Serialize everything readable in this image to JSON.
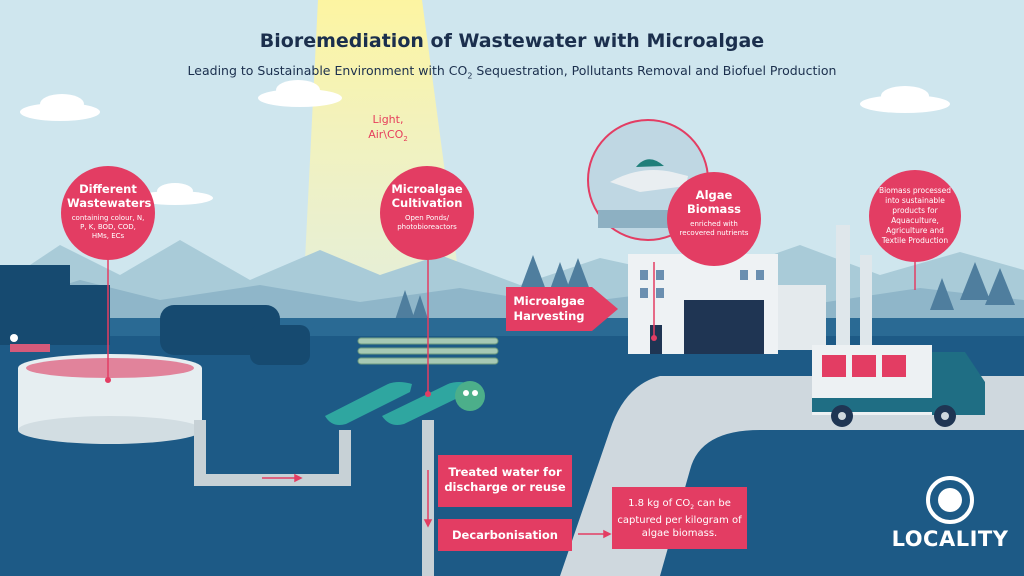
{
  "title": "Bioremediation of Wastewater with Microalgae",
  "subtitle": {
    "before": "Leading to Sustainable Environment with CO",
    "sub": "2",
    "after": " Sequestration, Pollutants Removal and Biofuel Production"
  },
  "light_label": {
    "line1": "Light,",
    "line2": "Air\\CO",
    "sub": "2"
  },
  "nodes": {
    "wastewaters": {
      "title": "Different Wastewaters",
      "desc": "containing colour, N, P, K, BOD, COD, HMs, ECs"
    },
    "cultivation": {
      "title": "Microalgae Cultivation",
      "desc": "Open Ponds/ photobioreactors"
    },
    "biomass": {
      "title": "Algae Biomass",
      "desc": "enriched with recovered nutrients"
    },
    "products": {
      "desc": "Biomass processed into sustainable products for Aquaculture, Agriculture and Textile Production"
    }
  },
  "harvesting": "Microalgae Harvesting",
  "treated_water": "Treated water for discharge or reuse",
  "decarbonisation": "Decarbonisation",
  "co2_fact": {
    "before": "1.8 kg of CO",
    "sub": "2",
    "after": " can be captured per kilogram of algae biomass."
  },
  "brand": "LOCALITY",
  "colors": {
    "accent": "#e33d63",
    "ground": "#1d5a86",
    "sky": "#cfe6ee",
    "title": "#1b2f4d"
  }
}
